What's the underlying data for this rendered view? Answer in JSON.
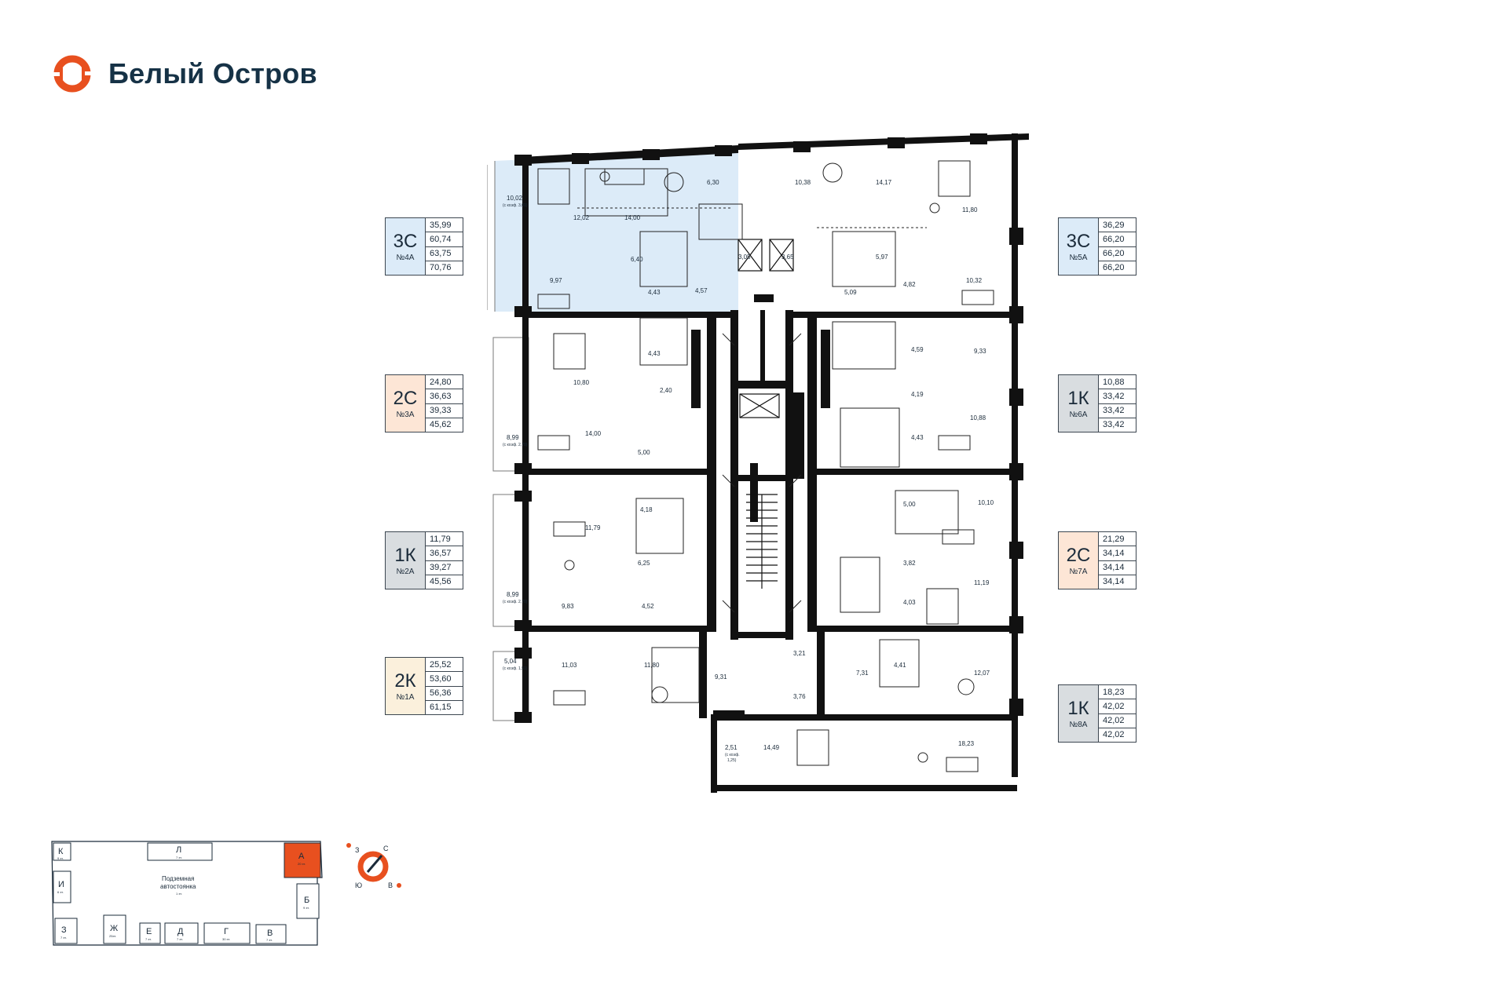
{
  "brand": {
    "name": "Белый Остров",
    "accent": "#e8501f",
    "dark": "#163246"
  },
  "apartments": [
    {
      "id": "a4",
      "type": "3С",
      "number": "№4А",
      "areas": [
        "35,99",
        "60,74",
        "63,75",
        "70,76"
      ]
    },
    {
      "id": "a3",
      "type": "2С",
      "number": "№3А",
      "areas": [
        "24,80",
        "36,63",
        "39,33",
        "45,62"
      ]
    },
    {
      "id": "a2",
      "type": "1К",
      "number": "№2А",
      "areas": [
        "11,79",
        "36,57",
        "39,27",
        "45,56"
      ]
    },
    {
      "id": "a1",
      "type": "2К",
      "number": "№1А",
      "areas": [
        "25,52",
        "53,60",
        "56,36",
        "61,15"
      ]
    },
    {
      "id": "a5",
      "type": "3С",
      "number": "№5А",
      "areas": [
        "36,29",
        "66,20",
        "66,20",
        "66,20"
      ]
    },
    {
      "id": "a6",
      "type": "1К",
      "number": "№6А",
      "areas": [
        "10,88",
        "33,42",
        "33,42",
        "33,42"
      ]
    },
    {
      "id": "a7",
      "type": "2С",
      "number": "№7А",
      "areas": [
        "21,29",
        "34,14",
        "34,14",
        "34,14"
      ]
    },
    {
      "id": "a8",
      "type": "1К",
      "number": "№8А",
      "areas": [
        "18,23",
        "42,02",
        "42,02",
        "42,02"
      ]
    }
  ],
  "rooms": {
    "r1": "10,02",
    "r1n": "(с коэф. 3,01)",
    "r2": "12,02",
    "r3": "14,00",
    "r4": "6,30",
    "r5": "10,38",
    "r6": "14,17",
    "r7": "11,80",
    "r8": "9,97",
    "r9": "6,40",
    "r10": "4,43",
    "r11": "4,57",
    "r12": "3,05",
    "r13": "3,65",
    "r14": "5,97",
    "r15": "5,09",
    "r16": "4,82",
    "r17": "10,32",
    "r18": "4,43",
    "r19": "10,80",
    "r20": "2,40",
    "r21": "8,99",
    "r21n": "(с коэф. 2,70)",
    "r22": "14,00",
    "r23": "5,00",
    "r24": "4,59",
    "r25": "9,33",
    "r26": "4,19",
    "r27": "10,88",
    "r28": "4,43",
    "r29": "4,18",
    "r30": "11,79",
    "r31": "6,25",
    "r32": "8,99",
    "r32n": "(с коэф. 2,70)",
    "r33": "9,83",
    "r34": "4,52",
    "r35": "5,00",
    "r36": "10,10",
    "r37": "3,82",
    "r38": "11,19",
    "r39": "4,03",
    "r40": "5,04",
    "r40n": "(с коэф. 1,51)",
    "r41": "11,03",
    "r42": "11,80",
    "r43": "9,31",
    "r44": "3,21",
    "r45": "3,76",
    "r46": "7,31",
    "r47": "4,41",
    "r48": "12,07",
    "r49": "2,51",
    "r49n": "(с коэф.",
    "r49n2": "1,25)",
    "r50": "14,49",
    "r51": "18,23"
  },
  "keymap": {
    "sections": [
      {
        "id": "k",
        "label": "К",
        "sub": "9 эт."
      },
      {
        "id": "l",
        "label": "Л",
        "sub": "7 эт."
      },
      {
        "id": "a",
        "label": "А",
        "sub": "20 эт."
      },
      {
        "id": "i",
        "label": "И",
        "sub": "6 эт."
      },
      {
        "id": "b",
        "label": "Б",
        "sub": "9 эт."
      },
      {
        "id": "z",
        "label": "З",
        "sub": "7 эт."
      },
      {
        "id": "zh",
        "label": "Ж",
        "sub": "25эт."
      },
      {
        "id": "e",
        "label": "Е",
        "sub": "7 эт."
      },
      {
        "id": "d",
        "label": "Д",
        "sub": "7 эт."
      },
      {
        "id": "g",
        "label": "Г",
        "sub": "30 эт."
      },
      {
        "id": "v",
        "label": "В",
        "sub": "7 эт."
      }
    ],
    "parking": "Подземная",
    "parking2": "автостоянка",
    "parking_sub": "1 эт.",
    "active_color": "#e8501f"
  },
  "compass": {
    "n": "С",
    "s": "Ю",
    "w": "З",
    "e": "В"
  }
}
